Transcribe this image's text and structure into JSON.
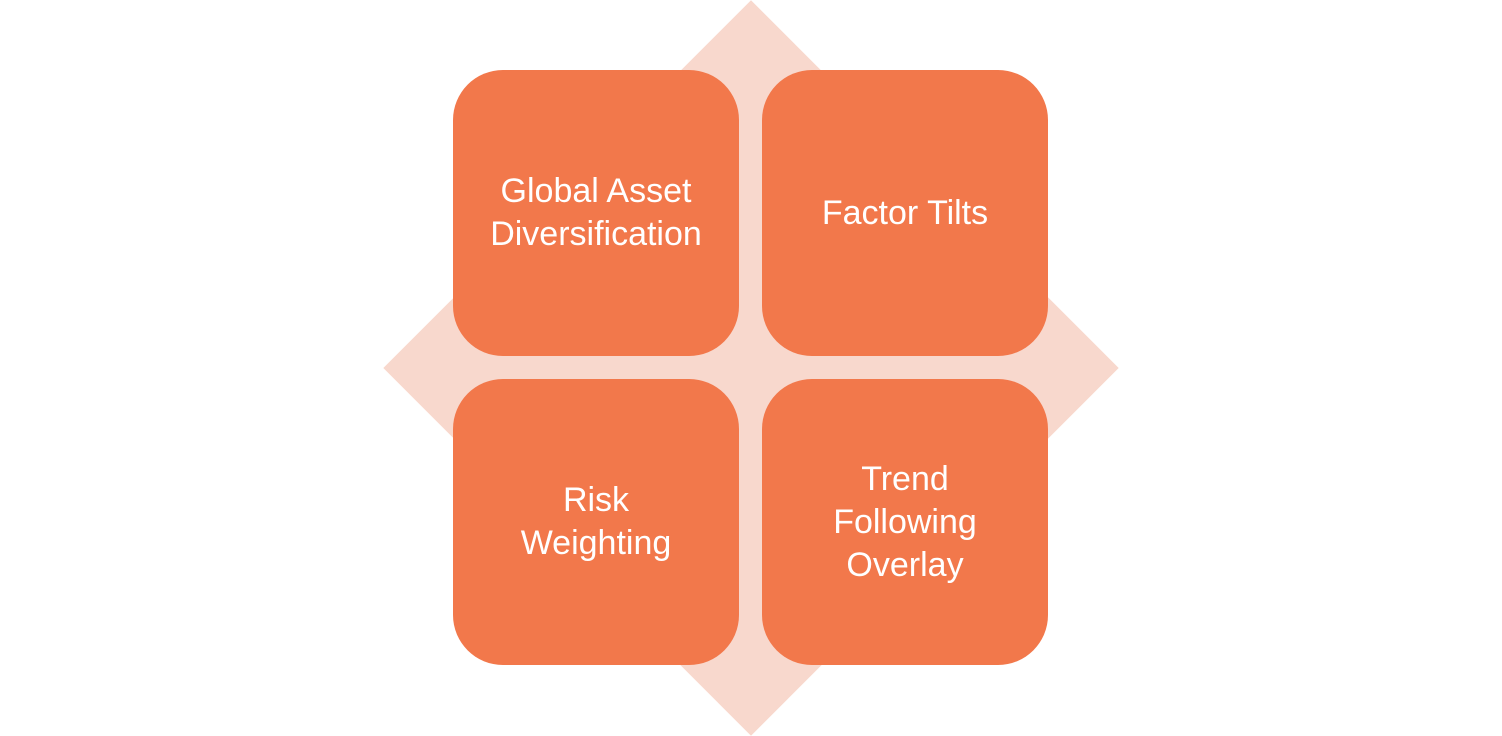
{
  "colors": {
    "background": "#ffffff",
    "diamond": "#f8d8cd",
    "tile": "#f2784b",
    "tile_text": "#ffffff"
  },
  "tiles": [
    {
      "label": "Global Asset\nDiversification"
    },
    {
      "label": "Factor Tilts"
    },
    {
      "label": "Risk\nWeighting"
    },
    {
      "label": "Trend\nFollowing\nOverlay"
    }
  ]
}
